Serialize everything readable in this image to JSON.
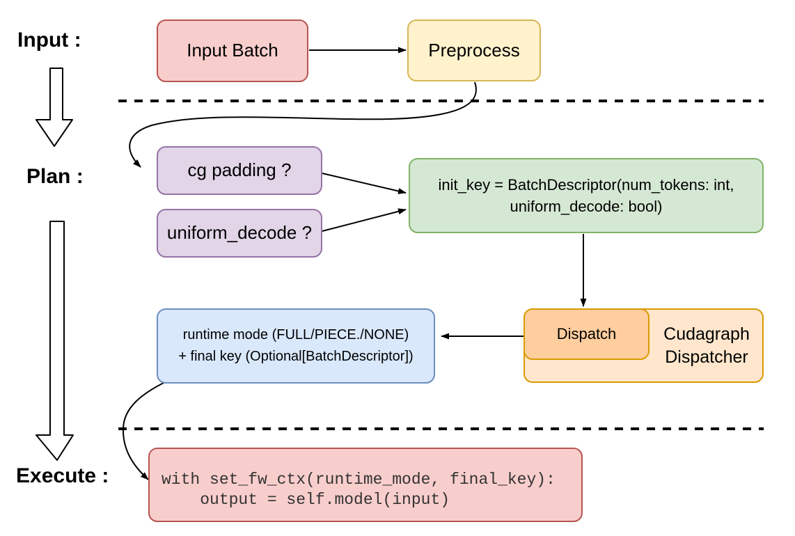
{
  "title": "Cudagraph dispatch flow diagram",
  "lanes": {
    "input": {
      "label": "Input :"
    },
    "plan": {
      "label": "Plan :"
    },
    "execute": {
      "label": "Execute :"
    }
  },
  "nodes": {
    "input_batch": {
      "label": "Input Batch",
      "fill": "#f8cecc",
      "stroke": "#b85450"
    },
    "preprocess": {
      "label": "Preprocess",
      "fill": "#fff2cc",
      "stroke": "#d6b656"
    },
    "cg_padding": {
      "label": "cg padding ?",
      "fill": "#e1d5e7",
      "stroke": "#9673a6"
    },
    "uniform_decode": {
      "label": "uniform_decode ?",
      "fill": "#e1d5e7",
      "stroke": "#9673a6"
    },
    "init_key": {
      "line1": "init_key = BatchDescriptor(num_tokens: int,",
      "line2": "uniform_decode: bool)",
      "fill": "#d5e8d4",
      "stroke": "#82b366"
    },
    "cudagraph_dispatcher": {
      "line1": "Cudagraph",
      "line2": "Dispatcher",
      "fill": "#ffe6cc",
      "stroke": "#d79b00"
    },
    "dispatch": {
      "label": "Dispatch",
      "fill": "#ffce9e",
      "stroke": "#d79b00"
    },
    "runtime_result": {
      "line1": "runtime mode (FULL/PIECE./NONE)",
      "line2": "+ final key (Optional[BatchDescriptor])",
      "fill": "#dae8fc",
      "stroke": "#6c8ebf"
    },
    "execute_code": {
      "line1": "with set_fw_ctx(runtime_mode, final_key):",
      "line2": "    output = self.model(input)",
      "fill": "#f8cecc",
      "stroke": "#b85450"
    }
  },
  "colors": {
    "background": "#ffffff",
    "arrow": "#000000",
    "separator": "#000000",
    "text": "#000000",
    "code_text": "#333333"
  }
}
